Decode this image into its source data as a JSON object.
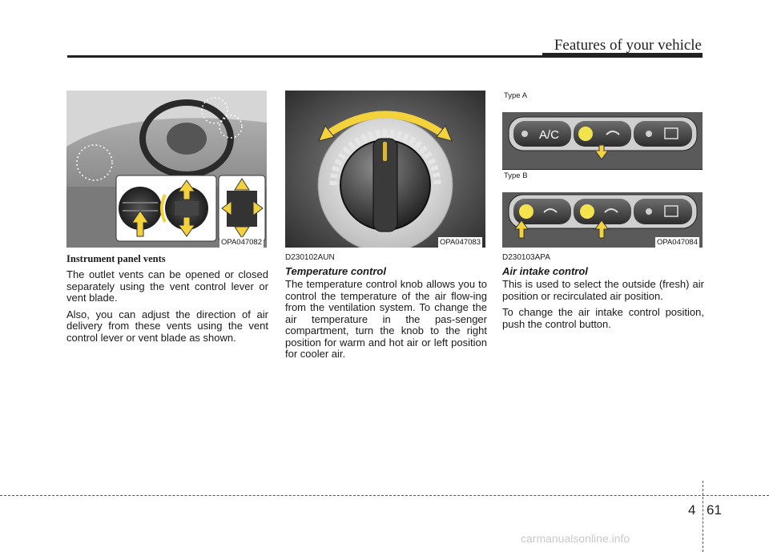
{
  "header": {
    "title": "Features of your vehicle"
  },
  "figures": {
    "vents": {
      "label": "OPA047082"
    },
    "knob": {
      "label": "OPA047083"
    },
    "intake": {
      "label": "OPA047084",
      "type_a": "Type A",
      "type_b": "Type B",
      "ac_text": "A/C"
    }
  },
  "col1": {
    "heading": "Instrument panel vents",
    "p1": "The outlet vents can be opened or closed separately using the vent control lever or vent blade.",
    "p2": "Also, you can adjust the direction of air delivery from these vents using the vent control lever or vent blade as shown."
  },
  "col2": {
    "code": "D230102AUN",
    "heading": "Temperature control",
    "p1": "The temperature control knob allows you to control the temperature of the air flow-ing from the ventilation system. To change the air temperature in the pas-senger compartment, turn the knob to the right position for warm and hot air or left position for cooler air."
  },
  "col3": {
    "code": "D230103APA",
    "heading": "Air intake control",
    "p1": "This is used to select the outside (fresh) air position or recirculated air position.",
    "p2": "To change the air intake control position, push the control button."
  },
  "footer": {
    "chapter": "4",
    "page": "61",
    "watermark": "carmanualsonline.info"
  }
}
